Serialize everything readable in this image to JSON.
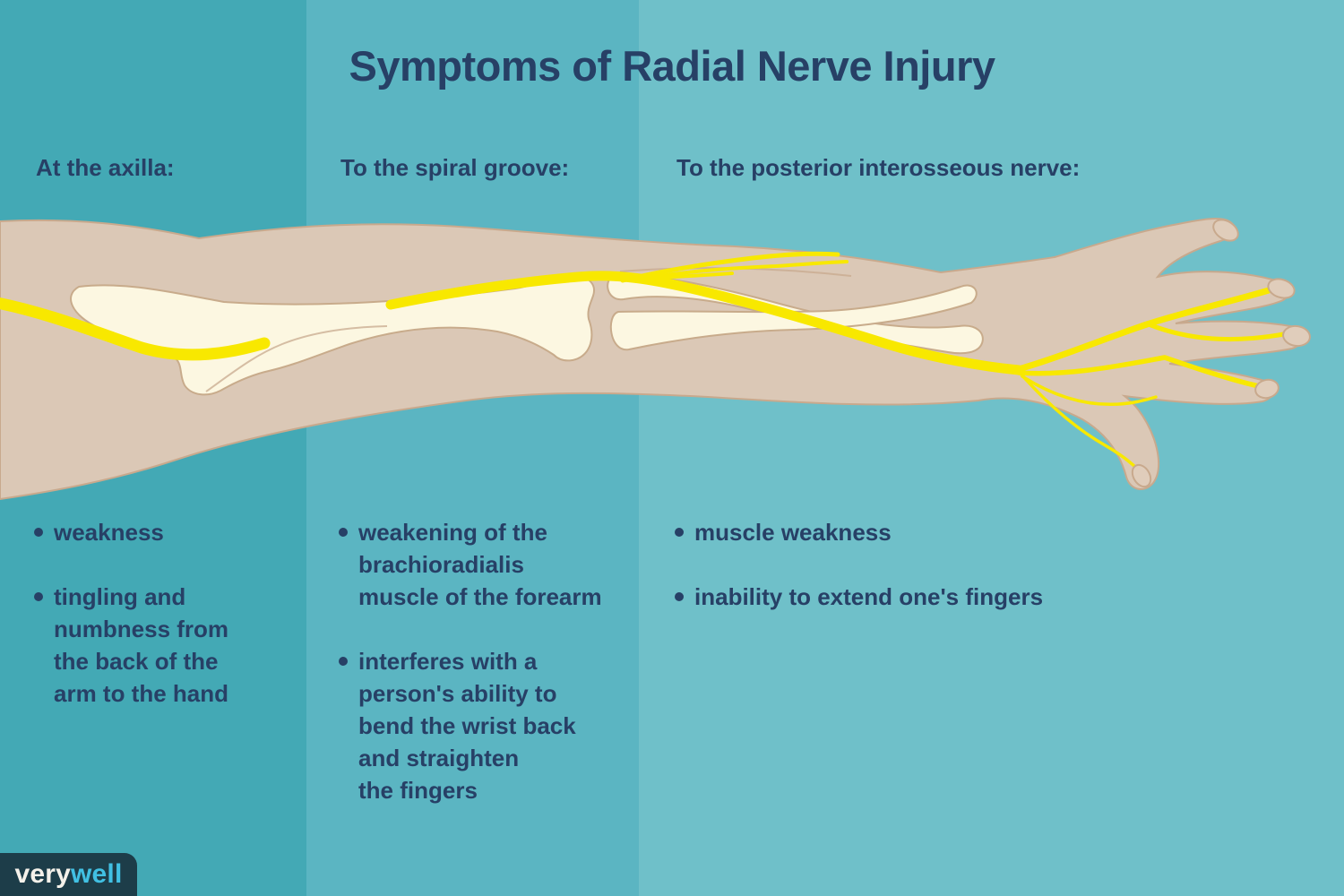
{
  "title": "Symptoms of Radial Nerve Injury",
  "sections": [
    {
      "heading": "At the axilla:",
      "bullets": [
        "weakness",
        "tingling and\nnumbness from\nthe back of the\narm to the hand"
      ]
    },
    {
      "heading": "To the spiral groove:",
      "bullets": [
        "weakening of the\nbrachioradialis\nmuscle of the forearm",
        "interferes with a\nperson's ability to\nbend the wrist back\nand straighten\nthe fingers"
      ]
    },
    {
      "heading": "To the posterior interosseous nerve:",
      "bullets": [
        "muscle weakness",
        "inability to extend one's fingers"
      ]
    }
  ],
  "logo": {
    "prefix": "very",
    "suffix": "well"
  },
  "colors": {
    "left_column": "#43a9b5",
    "middle_column": "#5bb5c2",
    "right_column": "#6fc0c9",
    "text_navy": "#274066",
    "nerve_yellow": "#f8e800",
    "skin": "#dbc8b6",
    "bone": "#fcf7e1",
    "logo_background": "#1d3d49",
    "logo_accent": "#41c0e3"
  }
}
